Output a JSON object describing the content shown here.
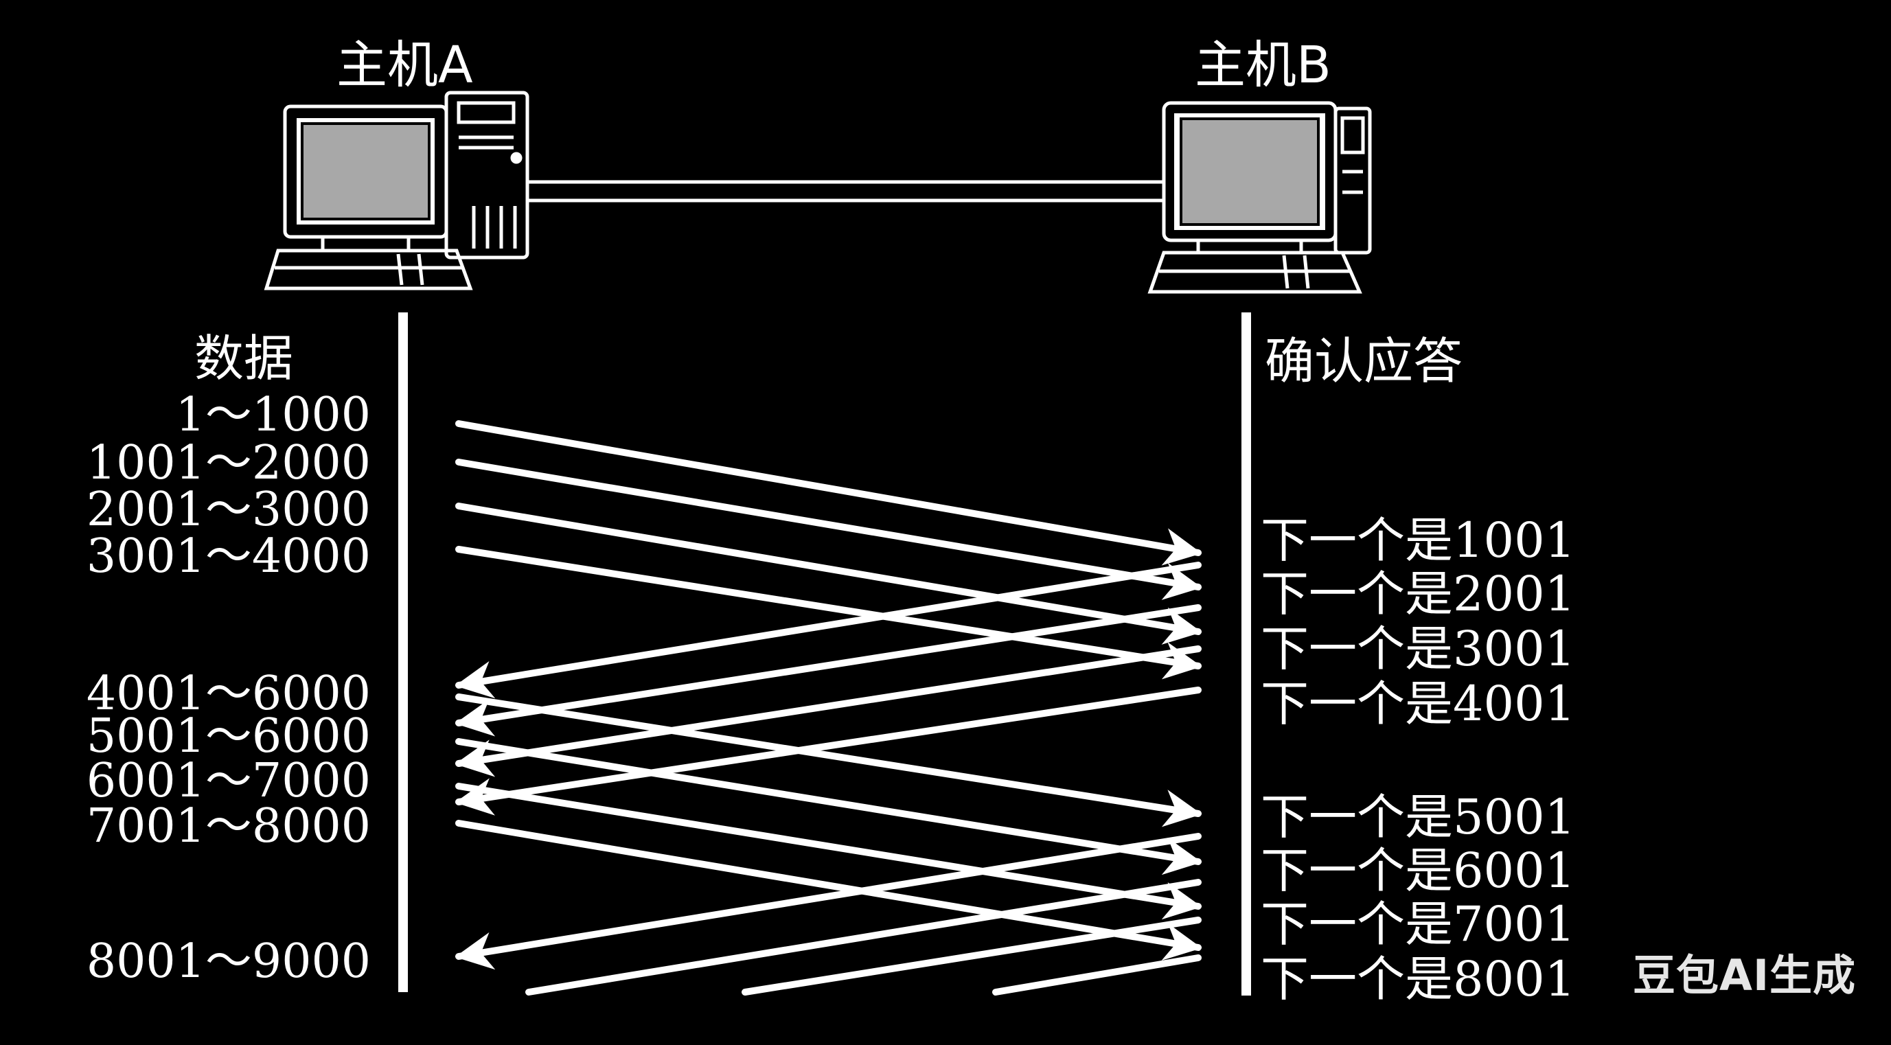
{
  "hosts": {
    "a": {
      "label": "主机A"
    },
    "b": {
      "label": "主机B"
    }
  },
  "columns": {
    "data_header": "数据",
    "ack_header": "确认应答"
  },
  "data_segments": [
    "1～1000",
    "1001～2000",
    "2001～3000",
    "3001～4000",
    "4001～6000",
    "5001～6000",
    "6001～7000",
    "7001～8000",
    "8001～9000"
  ],
  "acks": [
    "下一个是1001",
    "下一个是2001",
    "下一个是3001",
    "下一个是4001",
    "下一个是5001",
    "下一个是6001",
    "下一个是7001",
    "下一个是8001"
  ],
  "watermark": "豆包AI生成",
  "colors": {
    "background": "#000000",
    "foreground": "#ffffff",
    "screen": "#a8a8a8"
  }
}
